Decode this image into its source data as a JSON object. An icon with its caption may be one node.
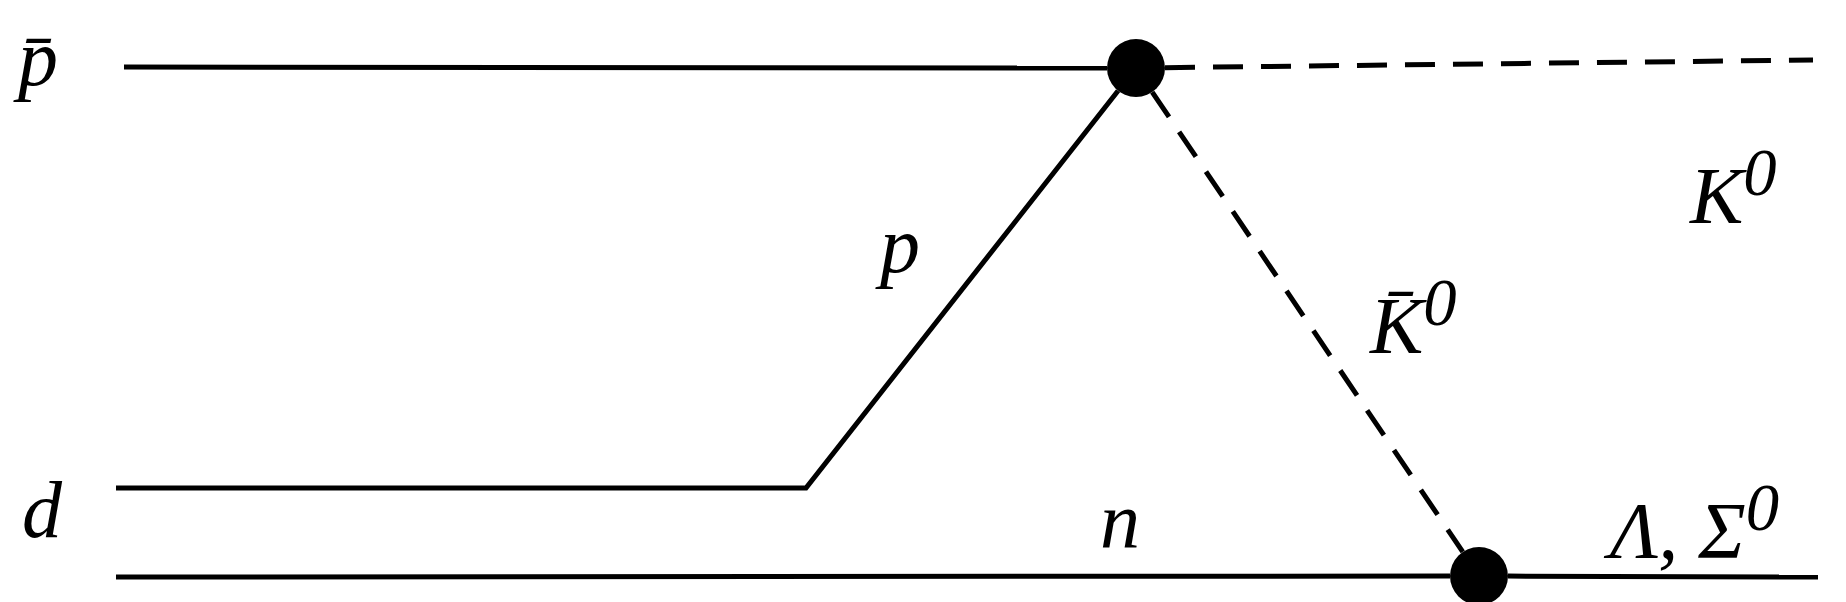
{
  "diagram": {
    "nodes": [
      {
        "text": [
          "p̄"
        ]
      },
      {
        "text": [
          "d"
        ]
      },
      {
        "text": [],
        "shape": "circle"
      },
      {
        "text": [],
        "shape": "circle"
      }
    ],
    "edges": [
      {
        "from": 0,
        "to": 2,
        "arrow": "none"
      },
      {
        "from": 1,
        "to": 2,
        "arrow": "none",
        "label": "p"
      },
      {
        "from": 1,
        "to": 3,
        "arrow": "none",
        "label": "n"
      },
      {
        "from": 2,
        "to": null,
        "arrow": "none",
        "style": "dashed",
        "label": "K$^{0}$"
      },
      {
        "from": 2,
        "to": 3,
        "arrow": "none",
        "style": "dashed",
        "label": "K̄$^{0}$"
      },
      {
        "from": 3,
        "to": null,
        "arrow": "none",
        "label": "Λ, Σ$^{0}$"
      }
    ]
  }
}
